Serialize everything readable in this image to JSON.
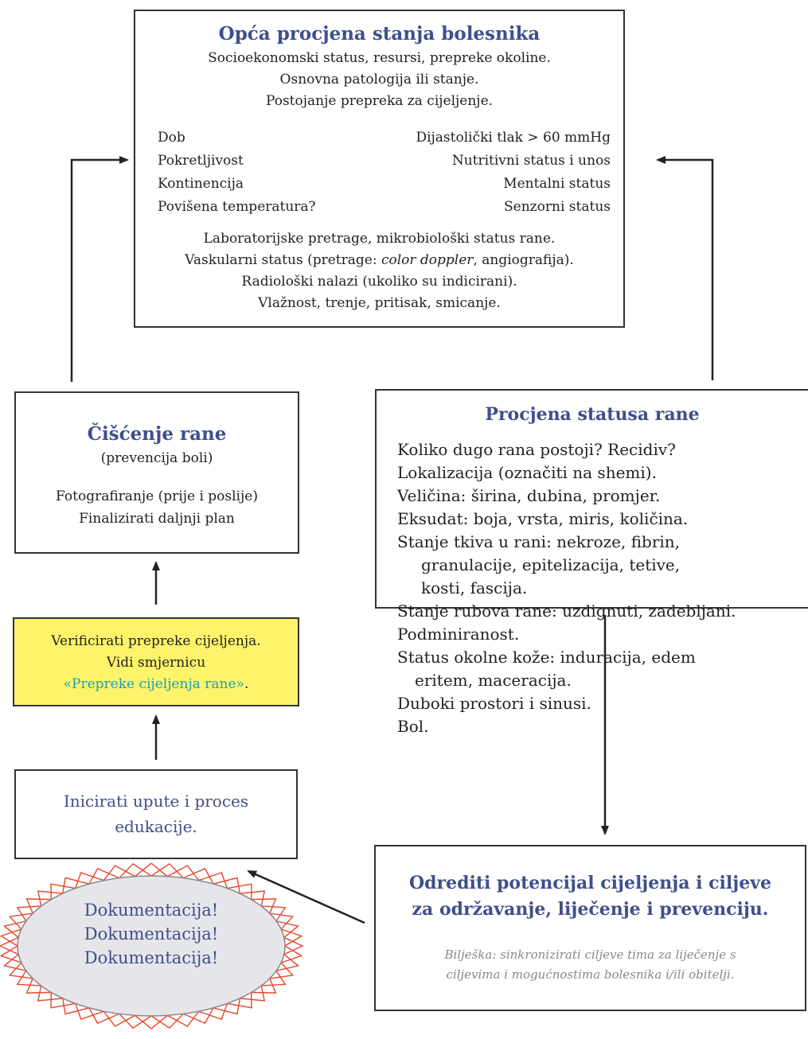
{
  "general": {
    "title": "Opća procjena stanja bolesnika",
    "intro": [
      "Socioekonomski status, resursi, prepreke okoline.",
      "Osnovna patologija ili stanje.",
      "Postojanje prepreka za cijeljenje."
    ],
    "left_factors": [
      "Dob",
      "Pokretljivost",
      "Kontinencija",
      "Povišena temperatura?"
    ],
    "right_factors": [
      "Dijastolički tlak > 60 mmHg",
      "Nutritivni status i unos",
      "Mentalni status",
      "Senzorni status"
    ],
    "bottom": [
      "Laboratorijske pretrage, mikrobiološki status rane.",
      "Vaskularni status (pretrage: ",
      "color doppler",
      ", angiografija).",
      "Radiološki nalazi (ukoliko su indicirani).",
      "Vlažnost, trenje, pritisak, smicanje."
    ]
  },
  "cleaning": {
    "title": "Čišćenje rane",
    "subtitle": "(prevencija boli)",
    "lines": [
      "Fotografiranje (prije i poslije)",
      "Finalizirati daljnji plan"
    ]
  },
  "verify": {
    "line1": "Verificirati prepreke cijeljenja.",
    "line2": "Vidi smjernicu",
    "link": "«Prepreke cijeljenja rane»",
    "period": "."
  },
  "initiate": {
    "line1": "Inicirati upute i proces",
    "line2": "edukacije."
  },
  "status": {
    "title": "Procjena statusa rane",
    "items": [
      "Koliko dugo rana postoji? Recidiv?",
      "Lokalizacija (označiti na shemi).",
      "Veličina: širina, dubina, promjer.",
      "Eksudat: boja, vrsta, miris, količina.",
      "Stanje tkiva u rani: nekroze, fibrin,",
      "granulacije, epitelizacija, tetive,",
      "kosti, fascija.",
      "Stanje rubova rane: uzdignuti, zadebljani.",
      "Podminiranost.",
      "Status okolne kože: induracija, edem",
      "eritem, maceracija.",
      "Duboki prostori i sinusi.",
      "Bol."
    ]
  },
  "goals": {
    "title1": "Odrediti potencijal cijeljenja i ciljeve",
    "title2": "za održavanje, liječenje i prevenciju.",
    "note1": "Bilješka: sinkronizirati ciljeve tima za liječenje s",
    "note2": "ciljevima i mogućnostima bolesnika i/ili obitelji."
  },
  "documentation": {
    "lines": [
      "Dokumentacija!",
      "Dokumentacija!",
      "Dokumentacija!"
    ]
  },
  "colors": {
    "title_blue": "#3f4f8c",
    "link_cyan": "#1aa0b8",
    "highlight_yellow": "#fdf46b",
    "ellipse_fill": "#e6e6ea",
    "ellipse_stroke": "#e8452c"
  }
}
